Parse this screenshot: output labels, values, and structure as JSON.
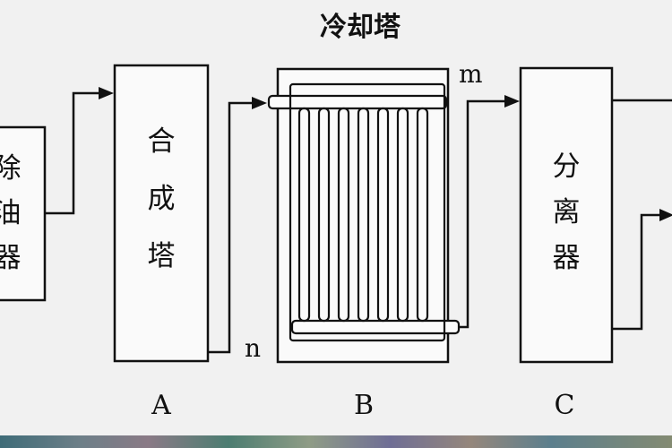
{
  "title": "冷却塔",
  "units": {
    "left": {
      "chars": [
        "除",
        "油",
        "器"
      ]
    },
    "a": {
      "chars": [
        "合",
        "成",
        "塔"
      ],
      "letter": "A"
    },
    "b": {
      "letter": "B"
    },
    "c": {
      "chars": [
        "分",
        "离",
        "器"
      ],
      "letter": "C"
    }
  },
  "ports": {
    "m": "m",
    "n": "n"
  }
}
